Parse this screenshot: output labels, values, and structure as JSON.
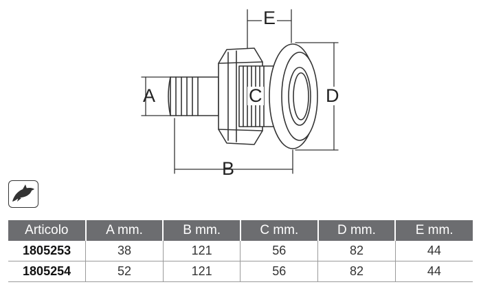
{
  "diagram": {
    "labels": {
      "a": "A",
      "b": "B",
      "c": "C",
      "d": "D",
      "e": "E"
    }
  },
  "brand": {
    "icon": "dolphin-icon"
  },
  "table": {
    "headers": [
      "Articolo",
      "A mm.",
      "B mm.",
      "C mm.",
      "D mm.",
      "E mm."
    ],
    "rows": [
      [
        "1805253",
        "38",
        "121",
        "56",
        "82",
        "44"
      ],
      [
        "1805254",
        "52",
        "121",
        "56",
        "82",
        "44"
      ]
    ]
  }
}
